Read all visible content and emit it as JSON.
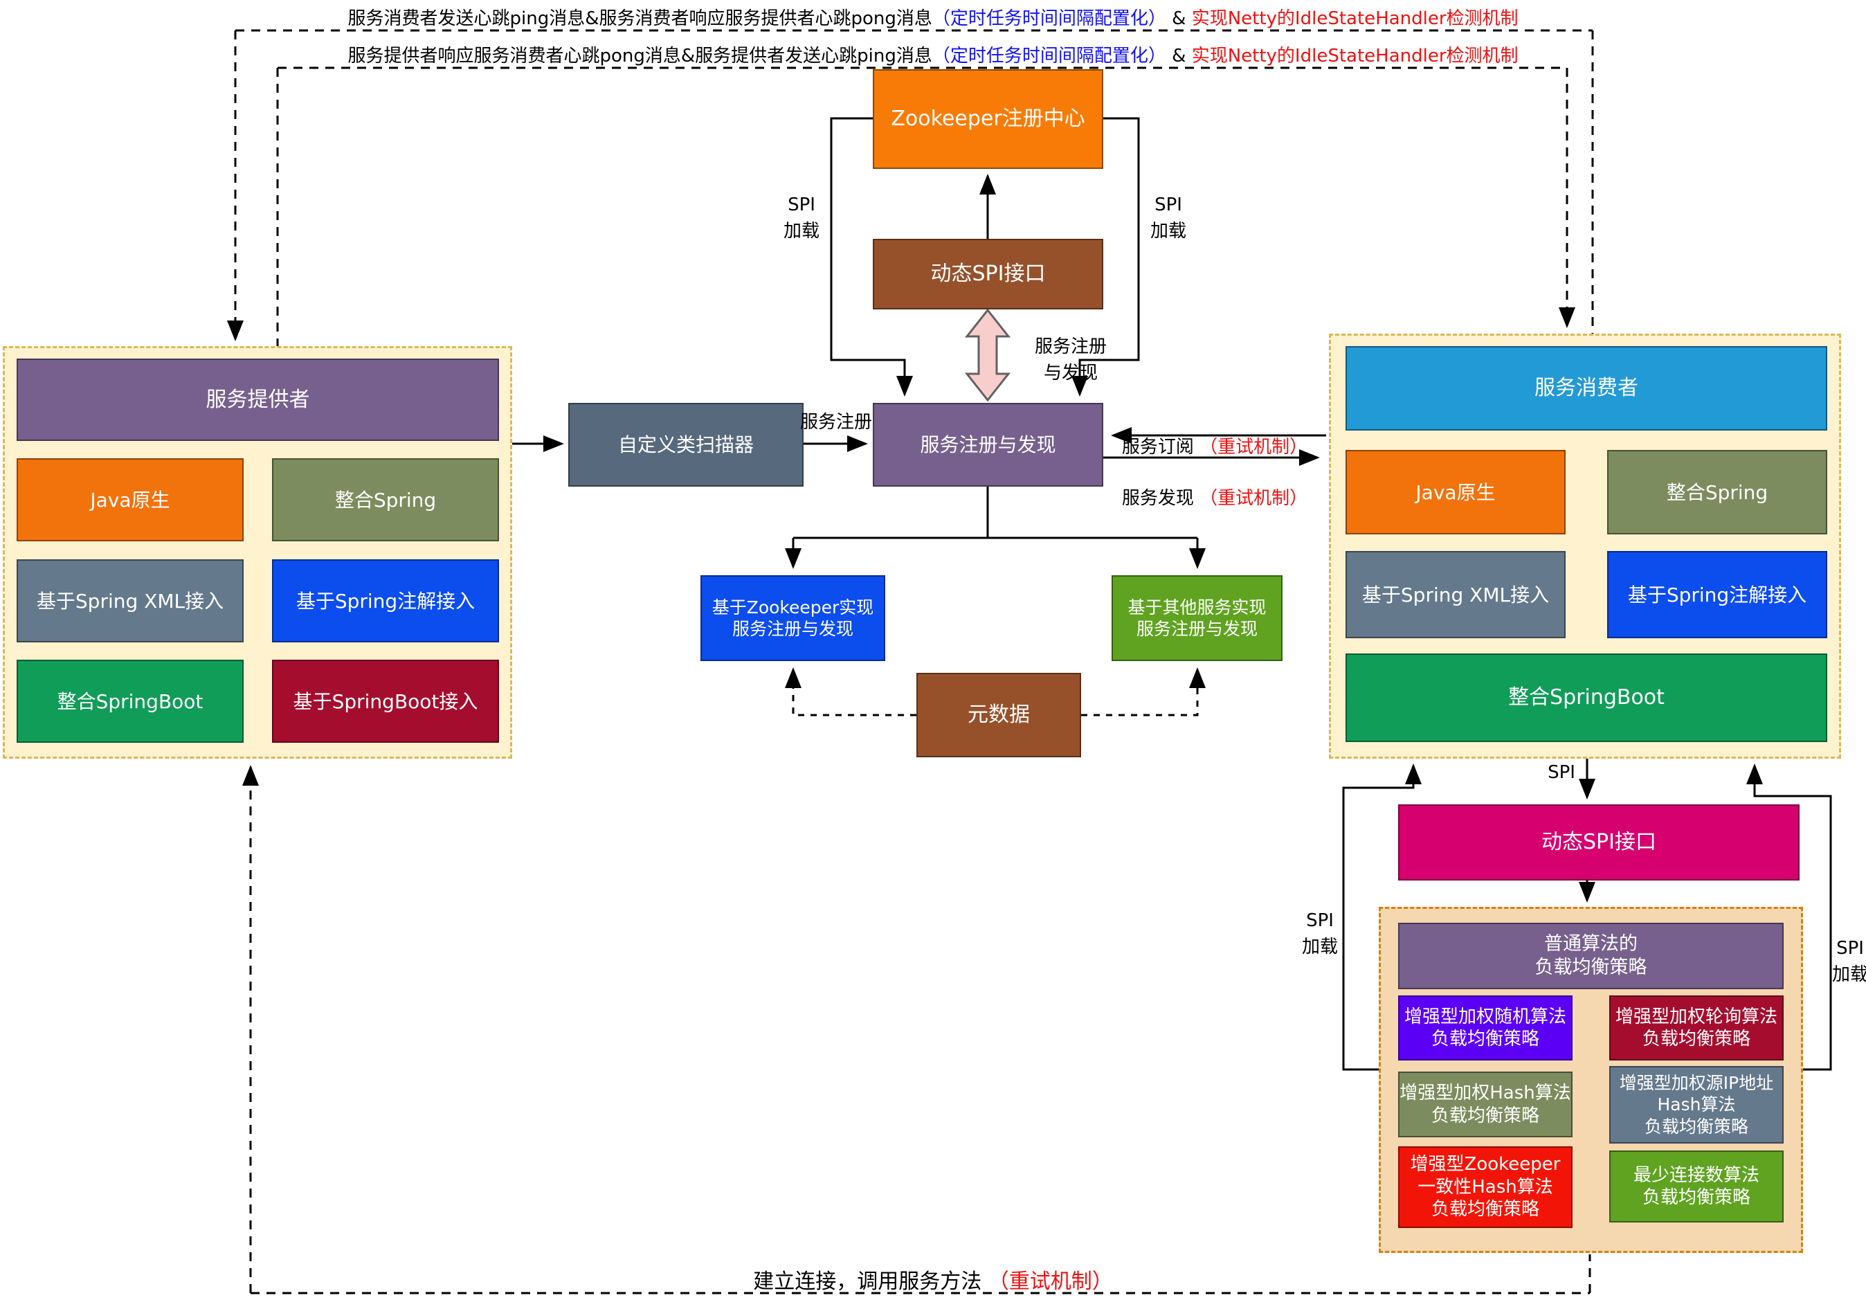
{
  "colors": {
    "cream_bg": "#FFF2CE",
    "cream_border": "#D9B85C",
    "peach_bg": "#F5D7B0",
    "peach_border": "#D2820D",
    "purple": "#77608D",
    "orange": "#F2720C",
    "zookeeper_orange": "#F87B08",
    "olive": "#7C8C5E",
    "slate": "#64798C",
    "dark_slate": "#57697C",
    "blue": "#0C4DEE",
    "green": "#0F9D58",
    "dark_red": "#A50D2E",
    "sky_blue": "#229AD6",
    "brown": "#96512B",
    "magenta": "#D6006F",
    "violet": "#5B00F5",
    "bright_red": "#F21507",
    "apple_green": "#5FA321",
    "pink_arrow": "#F8CECC",
    "annotation_blue": "#1212F0",
    "annotation_red": "#EE1111"
  },
  "heartbeat": {
    "line1": {
      "black": "服务消费者发送心跳ping消息&服务消费者响应服务提供者心跳pong消息",
      "blue": "（定时任务时间间隔配置化）",
      "amp": " & ",
      "red": "实现Netty的IdleStateHandler检测机制"
    },
    "line2": {
      "black": "服务提供者响应服务消费者心跳pong消息&服务提供者发送心跳ping消息",
      "blue": "（定时任务时间间隔配置化）",
      "amp": " & ",
      "red": "实现Netty的IdleStateHandler检测机制"
    }
  },
  "provider": {
    "title": {
      "label": "服务提供者",
      "color": "#77608D"
    },
    "boxes": [
      {
        "label": "Java原生",
        "color": "#F2720C"
      },
      {
        "label": "整合Spring",
        "color": "#7C8C5E"
      },
      {
        "label": "基于Spring XML接入",
        "color": "#64798C"
      },
      {
        "label": "基于Spring注解接入",
        "color": "#0C4DEE"
      },
      {
        "label": "整合SpringBoot",
        "color": "#0F9D58"
      },
      {
        "label": "基于SpringBoot接入",
        "color": "#A50D2E"
      }
    ]
  },
  "consumer": {
    "title": {
      "label": "服务消费者",
      "color": "#229AD6"
    },
    "boxes": [
      {
        "label": "Java原生",
        "color": "#F2720C"
      },
      {
        "label": "整合Spring",
        "color": "#7C8C5E"
      },
      {
        "label": "基于Spring XML接入",
        "color": "#64798C"
      },
      {
        "label": "基于Spring注解接入",
        "color": "#0C4DEE"
      },
      {
        "label": "整合SpringBoot",
        "color": "#0F9D58"
      }
    ]
  },
  "center": {
    "zookeeper": {
      "label": "Zookeeper注册中心",
      "color": "#F87B08"
    },
    "dynamic_spi": {
      "label": "动态SPI接口",
      "color": "#96512B"
    },
    "spi_load_left": "SPI\n加载",
    "spi_load_right": "SPI\n加载",
    "register_discover": "服务注册\n与发现",
    "scanner": {
      "label": "自定义类扫描器",
      "color": "#57697C"
    },
    "registry": {
      "label": "服务注册与发现",
      "color": "#77608D"
    },
    "service_register": "服务注册",
    "subscribe": {
      "black": "服务订阅 ",
      "red": "（重试机制）"
    },
    "discover": {
      "black": "服务发现 ",
      "red": "（重试机制）"
    },
    "zk_impl": {
      "label": "基于Zookeeper实现\n服务注册与发现",
      "color": "#0C4DEE"
    },
    "other_impl": {
      "label": "基于其他服务实现\n服务注册与发现",
      "color": "#5FA321"
    },
    "metadata": {
      "label": "元数据",
      "color": "#96512B"
    }
  },
  "spi_section": {
    "spi": "SPI",
    "dynamic_spi": {
      "label": "动态SPI接口",
      "color": "#D6006F"
    },
    "spi_load_left": "SPI\n加载",
    "spi_load_right": "SPI\n加载",
    "normal": {
      "label": "普通算法的\n负载均衡策略",
      "color": "#77608D"
    },
    "strategies": [
      {
        "label": "增强型加权随机算法\n负载均衡策略",
        "color": "#5B00F5"
      },
      {
        "label": "增强型加权轮询算法\n负载均衡策略",
        "color": "#A50D2E"
      },
      {
        "label": "增强型加权Hash算法\n负载均衡策略",
        "color": "#7C8C5E"
      },
      {
        "label": "增强型加权源IP地址\nHash算法\n负载均衡策略",
        "color": "#64798C"
      },
      {
        "label": "增强型Zookeeper\n一致性Hash算法\n负载均衡策略",
        "color": "#F21507"
      },
      {
        "label": "最少连接数算法\n负载均衡策略",
        "color": "#5FA321"
      }
    ]
  },
  "bottom": {
    "black": "建立连接，调用服务方法 ",
    "red": "（重试机制）"
  }
}
